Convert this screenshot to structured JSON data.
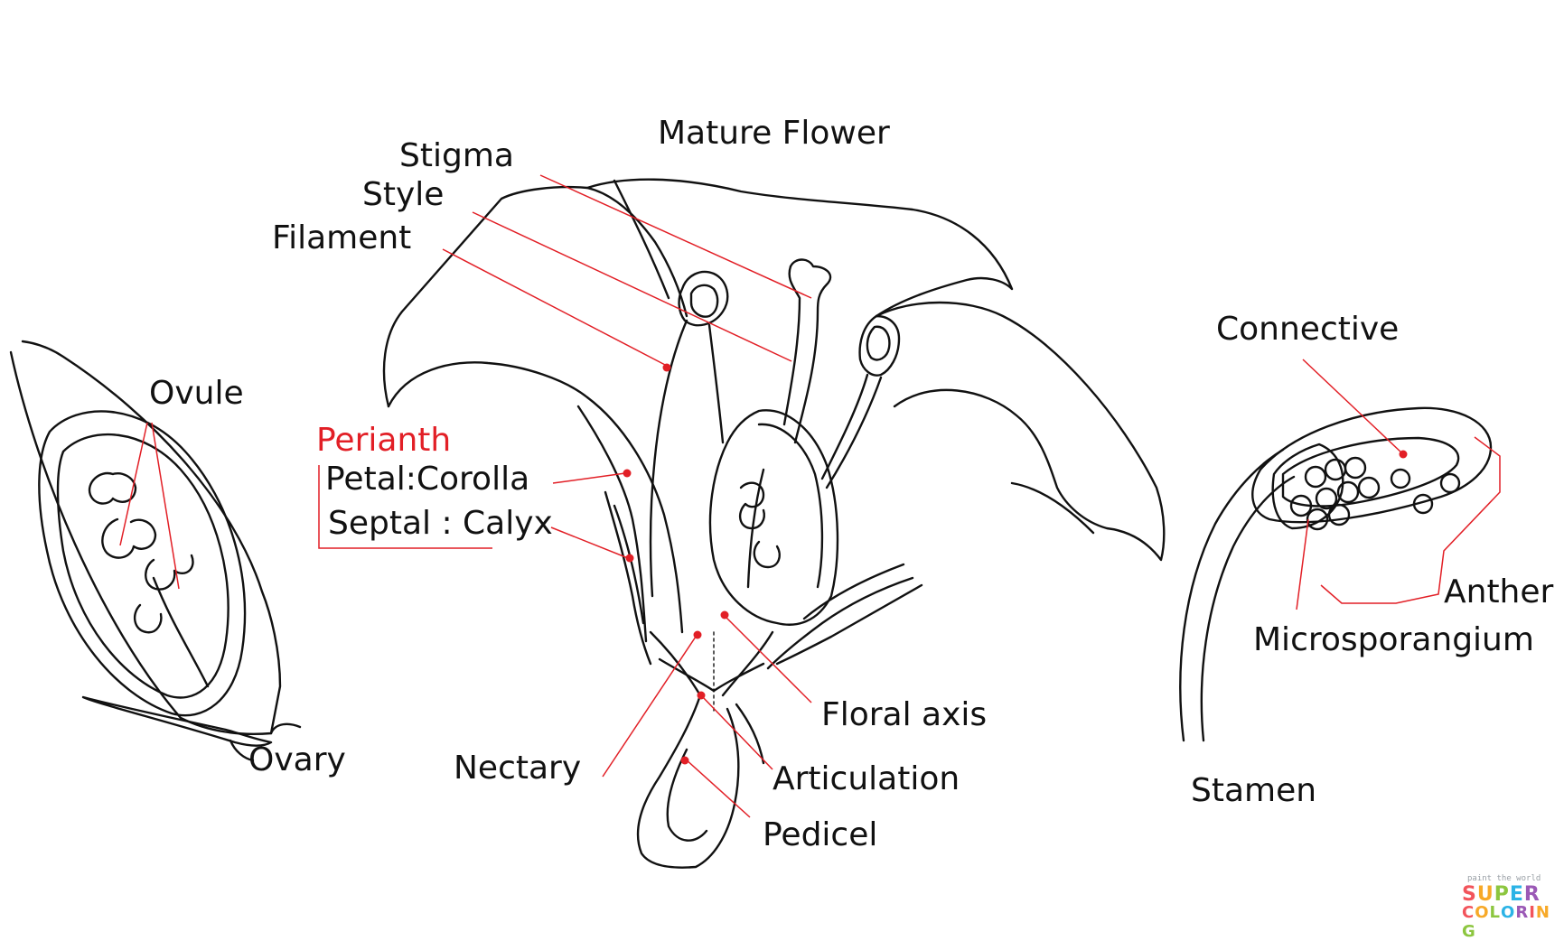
{
  "title": "Mature Flower",
  "labels": {
    "stigma": "Stigma",
    "style": "Style",
    "filament": "Filament",
    "ovule": "Ovule",
    "perianth": "Perianth",
    "petal": "Petal:Corolla",
    "septal": "Septal : Calyx",
    "ovary": "Ovary",
    "nectary": "Nectary",
    "floral_axis": "Floral axis",
    "articulation": "Articulation",
    "pedicel": "Pedicel",
    "connective": "Connective",
    "anther": "Anther",
    "microsporangium": "Microsporangium",
    "stamen": "Stamen"
  },
  "logo": {
    "tagline": "paint the world",
    "word1": "SUPER",
    "word2": "COLORING"
  },
  "colors": {
    "line": "#111111",
    "pointer": "#e21f26",
    "highlight": "#e21f26",
    "background": "#ffffff"
  }
}
